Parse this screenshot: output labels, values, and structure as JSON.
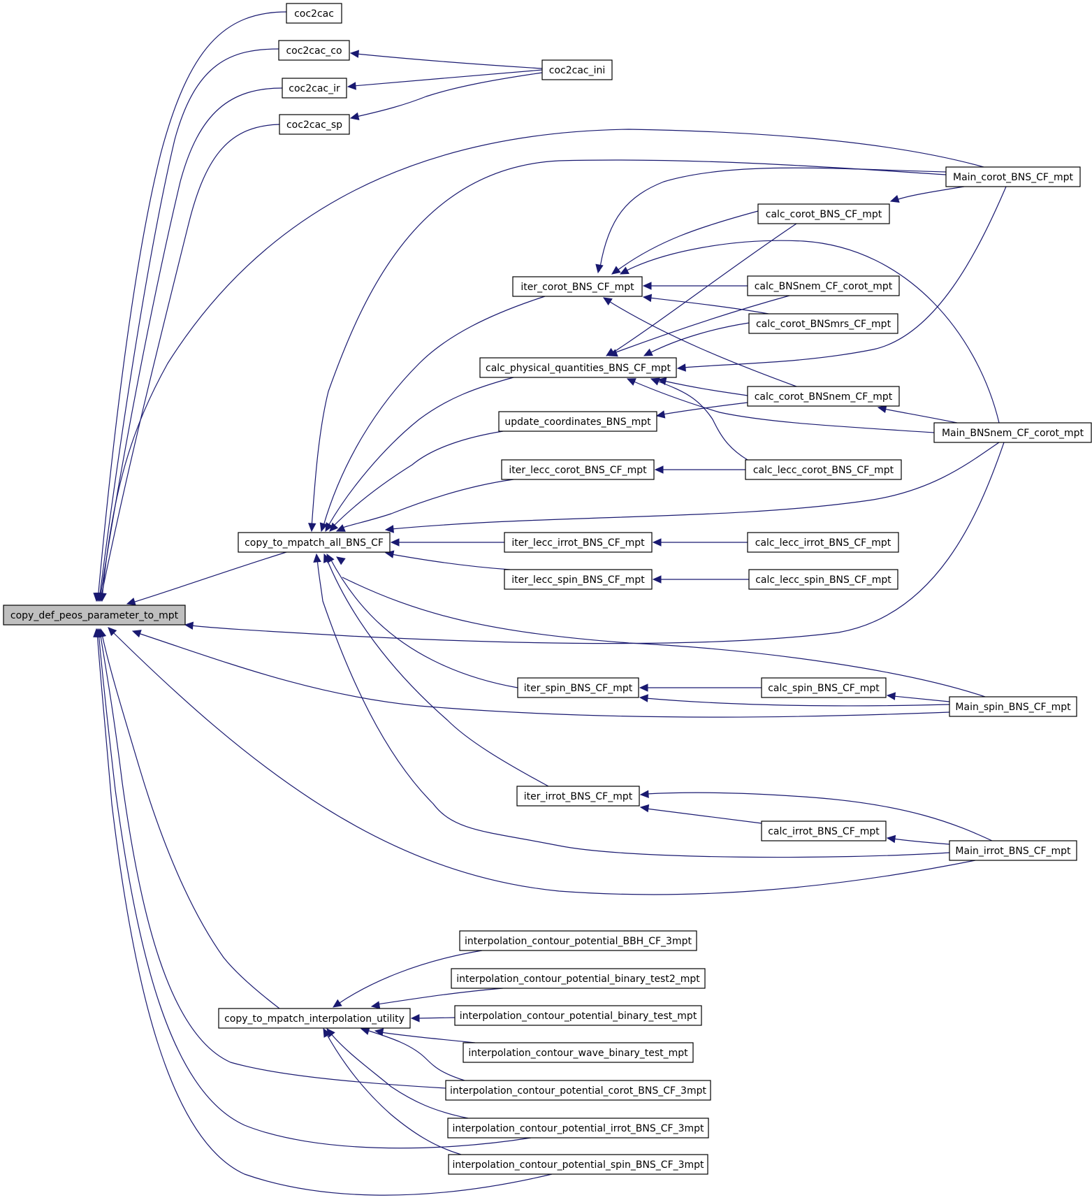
{
  "diagram": {
    "type": "call-graph",
    "colors": {
      "edge": "#191970",
      "root_fill": "#bfbfbf",
      "node_fill": "#ffffff",
      "node_border": "#000000"
    },
    "nodes": [
      {
        "id": "root",
        "label": "copy_def_peos_parameter_to_mpt"
      },
      {
        "id": "coc2cac",
        "label": "coc2cac"
      },
      {
        "id": "coc2cac_co",
        "label": "coc2cac_co"
      },
      {
        "id": "coc2cac_ir",
        "label": "coc2cac_ir"
      },
      {
        "id": "coc2cac_sp",
        "label": "coc2cac_sp"
      },
      {
        "id": "coc2cac_ini",
        "label": "coc2cac_ini"
      },
      {
        "id": "main_corot",
        "label": "Main_corot_BNS_CF_mpt"
      },
      {
        "id": "calc_corot",
        "label": "calc_corot_BNS_CF_mpt"
      },
      {
        "id": "iter_corot",
        "label": "iter_corot_BNS_CF_mpt"
      },
      {
        "id": "calc_bnsnem_corot",
        "label": "calc_BNSnem_CF_corot_mpt"
      },
      {
        "id": "calc_corot_bnsmrs",
        "label": "calc_corot_BNSmrs_CF_mpt"
      },
      {
        "id": "calc_phys",
        "label": "calc_physical_quantities_BNS_CF_mpt"
      },
      {
        "id": "calc_corot_bnsnem",
        "label": "calc_corot_BNSnem_CF_mpt"
      },
      {
        "id": "update_coords",
        "label": "update_coordinates_BNS_mpt"
      },
      {
        "id": "main_bnsnem",
        "label": "Main_BNSnem_CF_corot_mpt"
      },
      {
        "id": "iter_lecc_corot",
        "label": "iter_lecc_corot_BNS_CF_mpt"
      },
      {
        "id": "calc_lecc_corot",
        "label": "calc_lecc_corot_BNS_CF_mpt"
      },
      {
        "id": "copy_all",
        "label": "copy_to_mpatch_all_BNS_CF"
      },
      {
        "id": "iter_lecc_irrot",
        "label": "iter_lecc_irrot_BNS_CF_mpt"
      },
      {
        "id": "calc_lecc_irrot",
        "label": "calc_lecc_irrot_BNS_CF_mpt"
      },
      {
        "id": "iter_lecc_spin",
        "label": "iter_lecc_spin_BNS_CF_mpt"
      },
      {
        "id": "calc_lecc_spin",
        "label": "calc_lecc_spin_BNS_CF_mpt"
      },
      {
        "id": "iter_spin",
        "label": "iter_spin_BNS_CF_mpt"
      },
      {
        "id": "calc_spin",
        "label": "calc_spin_BNS_CF_mpt"
      },
      {
        "id": "main_spin",
        "label": "Main_spin_BNS_CF_mpt"
      },
      {
        "id": "iter_irrot",
        "label": "iter_irrot_BNS_CF_mpt"
      },
      {
        "id": "calc_irrot",
        "label": "calc_irrot_BNS_CF_mpt"
      },
      {
        "id": "main_irrot",
        "label": "Main_irrot_BNS_CF_mpt"
      },
      {
        "id": "ip_bbh",
        "label": "interpolation_contour_potential_BBH_CF_3mpt"
      },
      {
        "id": "ip_bt2",
        "label": "interpolation_contour_potential_binary_test2_mpt"
      },
      {
        "id": "copy_interp",
        "label": "copy_to_mpatch_interpolation_utility"
      },
      {
        "id": "ip_bt",
        "label": "interpolation_contour_potential_binary_test_mpt"
      },
      {
        "id": "iw_bt",
        "label": "interpolation_contour_wave_binary_test_mpt"
      },
      {
        "id": "ip_corot",
        "label": "interpolation_contour_potential_corot_BNS_CF_3mpt"
      },
      {
        "id": "ip_irrot",
        "label": "interpolation_contour_potential_irrot_BNS_CF_3mpt"
      },
      {
        "id": "ip_spin",
        "label": "interpolation_contour_potential_spin_BNS_CF_3mpt"
      }
    ],
    "edges": [
      {
        "from": "coc2cac",
        "to": "root"
      },
      {
        "from": "coc2cac_co",
        "to": "root"
      },
      {
        "from": "coc2cac_ir",
        "to": "root"
      },
      {
        "from": "coc2cac_sp",
        "to": "root"
      },
      {
        "from": "coc2cac_ini",
        "to": "coc2cac_co"
      },
      {
        "from": "coc2cac_ini",
        "to": "coc2cac_ir"
      },
      {
        "from": "coc2cac_ini",
        "to": "coc2cac_sp"
      },
      {
        "from": "main_corot",
        "to": "root"
      },
      {
        "from": "copy_all",
        "to": "root"
      },
      {
        "from": "main_bnsnem",
        "to": "root"
      },
      {
        "from": "main_spin",
        "to": "root"
      },
      {
        "from": "main_irrot",
        "to": "root"
      },
      {
        "from": "copy_interp",
        "to": "root"
      },
      {
        "from": "ip_corot",
        "to": "root"
      },
      {
        "from": "ip_irrot",
        "to": "root"
      },
      {
        "from": "ip_spin",
        "to": "root"
      },
      {
        "from": "main_corot",
        "to": "copy_all"
      },
      {
        "from": "iter_corot",
        "to": "copy_all"
      },
      {
        "from": "calc_phys",
        "to": "copy_all"
      },
      {
        "from": "update_coords",
        "to": "copy_all"
      },
      {
        "from": "iter_lecc_corot",
        "to": "copy_all"
      },
      {
        "from": "main_bnsnem",
        "to": "copy_all"
      },
      {
        "from": "iter_lecc_irrot",
        "to": "copy_all"
      },
      {
        "from": "iter_lecc_spin",
        "to": "copy_all"
      },
      {
        "from": "main_spin",
        "to": "copy_all"
      },
      {
        "from": "iter_spin",
        "to": "copy_all"
      },
      {
        "from": "iter_irrot",
        "to": "copy_all"
      },
      {
        "from": "main_irrot",
        "to": "copy_all"
      },
      {
        "from": "main_corot",
        "to": "iter_corot"
      },
      {
        "from": "calc_corot",
        "to": "iter_corot"
      },
      {
        "from": "main_bnsnem",
        "to": "iter_corot"
      },
      {
        "from": "calc_bnsnem_corot",
        "to": "iter_corot"
      },
      {
        "from": "calc_corot_bnsmrs",
        "to": "iter_corot"
      },
      {
        "from": "calc_corot_bnsnem",
        "to": "iter_corot"
      },
      {
        "from": "calc_corot",
        "to": "main_corot"
      },
      {
        "from": "calc_corot",
        "to": "calc_phys"
      },
      {
        "from": "calc_bnsnem_corot",
        "to": "calc_phys"
      },
      {
        "from": "calc_corot_bnsmrs",
        "to": "calc_phys"
      },
      {
        "from": "main_corot",
        "to": "calc_phys"
      },
      {
        "from": "calc_corot_bnsnem",
        "to": "calc_phys"
      },
      {
        "from": "calc_lecc_corot",
        "to": "calc_phys"
      },
      {
        "from": "main_bnsnem",
        "to": "calc_phys"
      },
      {
        "from": "calc_corot_bnsnem",
        "to": "update_coords"
      },
      {
        "from": "main_bnsnem",
        "to": "calc_corot_bnsnem"
      },
      {
        "from": "calc_lecc_corot",
        "to": "iter_lecc_corot"
      },
      {
        "from": "calc_lecc_irrot",
        "to": "iter_lecc_irrot"
      },
      {
        "from": "calc_lecc_spin",
        "to": "iter_lecc_spin"
      },
      {
        "from": "calc_spin",
        "to": "iter_spin"
      },
      {
        "from": "main_spin",
        "to": "iter_spin"
      },
      {
        "from": "main_spin",
        "to": "calc_spin"
      },
      {
        "from": "main_irrot",
        "to": "iter_irrot"
      },
      {
        "from": "calc_irrot",
        "to": "iter_irrot"
      },
      {
        "from": "main_irrot",
        "to": "calc_irrot"
      },
      {
        "from": "ip_bbh",
        "to": "copy_interp"
      },
      {
        "from": "ip_bt2",
        "to": "copy_interp"
      },
      {
        "from": "ip_bt",
        "to": "copy_interp"
      },
      {
        "from": "iw_bt",
        "to": "copy_interp"
      },
      {
        "from": "ip_corot",
        "to": "copy_interp"
      },
      {
        "from": "ip_irrot",
        "to": "copy_interp"
      },
      {
        "from": "ip_spin",
        "to": "copy_interp"
      }
    ]
  }
}
